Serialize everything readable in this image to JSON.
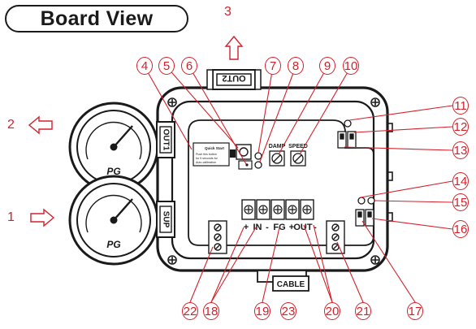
{
  "title": "Board View",
  "colors": {
    "callout": "#d4202a",
    "drawing": "#1a1a1a",
    "background": "#ffffff"
  },
  "ports": {
    "top": "OUT2",
    "gauge_upper": "OUT1",
    "gauge_lower": "SUP",
    "bottom": "CABLE"
  },
  "gauge_brand": "PG",
  "panel": {
    "quick_start_title": "Quick Start",
    "quick_start_line1": "Push this button",
    "quick_start_line2": "for 5 seconds for",
    "quick_start_line3": "Auto-calibration",
    "damp": "DAMP",
    "speed": "SPEED",
    "terminal_labels": [
      "+",
      "IN",
      "-",
      "FG",
      "+",
      "OUT",
      "-"
    ]
  },
  "arrows": {
    "top": "3",
    "left_upper": "2",
    "left_lower": "1"
  },
  "callouts": [
    "4",
    "5",
    "6",
    "7",
    "8",
    "9",
    "10",
    "11",
    "12",
    "13",
    "14",
    "15",
    "16",
    "17",
    "18",
    "19",
    "20",
    "21",
    "22",
    "23"
  ]
}
